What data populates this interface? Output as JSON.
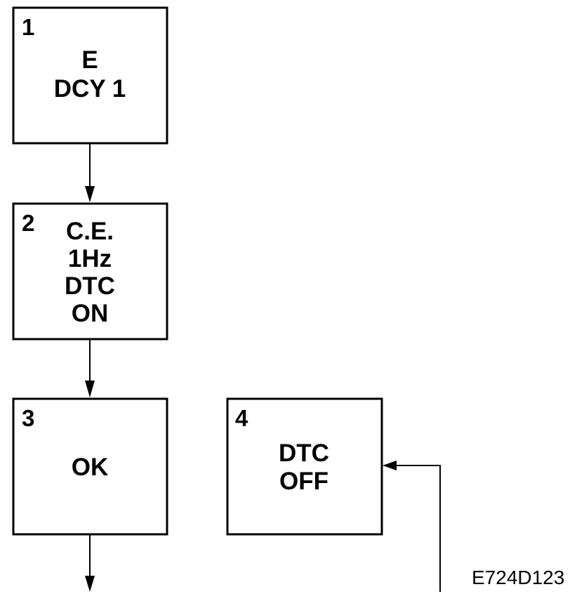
{
  "boxes": [
    {
      "number": "1",
      "lines": [
        "E",
        "DCY 1"
      ]
    },
    {
      "number": "2",
      "lines": [
        "C.E.",
        "1Hz",
        "DTC",
        "ON"
      ]
    },
    {
      "number": "3",
      "lines": [
        "OK"
      ]
    },
    {
      "number": "4",
      "lines": [
        "DTC",
        "OFF"
      ]
    }
  ],
  "reference_code": "E724D123"
}
